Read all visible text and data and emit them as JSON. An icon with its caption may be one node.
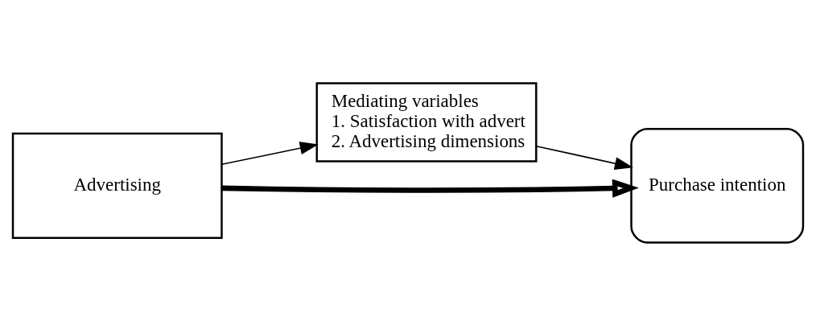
{
  "diagram": {
    "nodes": [
      {
        "text": [
          "Mediating variables",
          "1. Satisfaction with advert",
          "2. Advertising dimensions"
        ]
      },
      {
        "text": [
          "Advertising"
        ]
      },
      {
        "text": [
          "Purchase intention"
        ]
      }
    ],
    "edges": [
      {
        "from": 1,
        "to": 0,
        "arrow": "to"
      },
      {
        "from": 0,
        "to": 2,
        "arrow": "to"
      },
      {
        "from": 1,
        "to": 2,
        "arrow": "to",
        "style": "thick"
      }
    ]
  }
}
